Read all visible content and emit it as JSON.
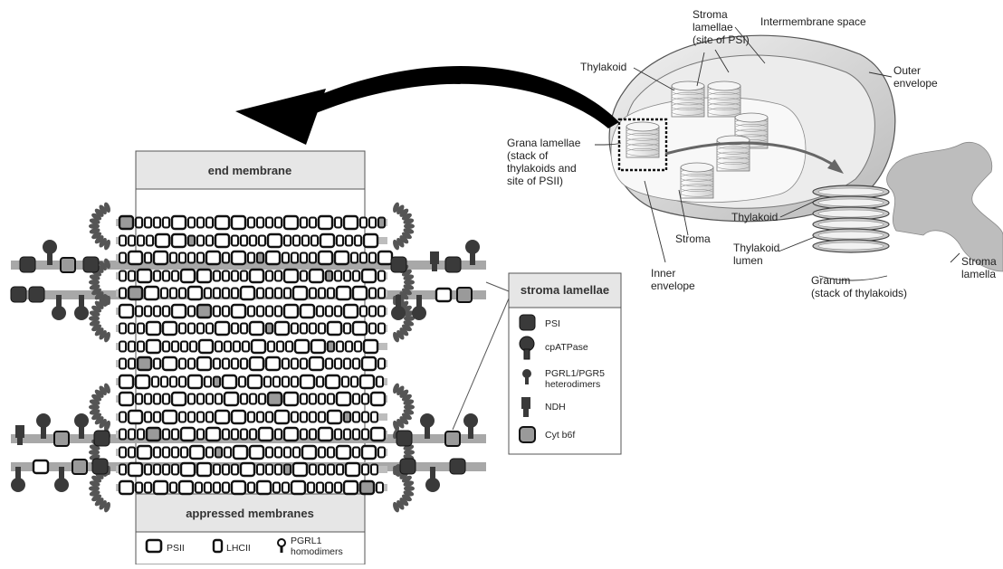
{
  "chloroplast_labels": {
    "stroma_lamellae_site": [
      "Stroma",
      "lamellae",
      "(site of PSI)"
    ],
    "intermembrane_space": "Intermembrane space",
    "thylakoid_top": "Thylakoid",
    "outer_envelope": [
      "Outer",
      "envelope"
    ],
    "grana_lamellae": [
      "Grana lamellae",
      "(stack of",
      "thylakoids and",
      "site of PSII)"
    ],
    "thylakoid_right": "Thylakoid",
    "stroma_center": "Stroma",
    "thylakoid_lumen": [
      "Thylakoid",
      "lumen"
    ],
    "inner_envelope": [
      "Inner",
      "envelope"
    ],
    "granum": [
      "Granum",
      "(stack of thylakoids)"
    ],
    "stroma_lamellae_right": [
      "Stroma",
      "lamella"
    ]
  },
  "membrane_diagram": {
    "end_membrane_label": "end membrane",
    "appressed_label": "appressed membranes",
    "bottom_legend": [
      {
        "icon": "psii",
        "label": "PSII"
      },
      {
        "icon": "lhcii",
        "label": "LHCII"
      },
      {
        "icon": "pgrl1-homodimer",
        "label": [
          "PGRL1",
          "homodimers"
        ]
      }
    ]
  },
  "stroma_legend": {
    "title": "stroma lamellae",
    "items": [
      {
        "icon": "psi",
        "label": "PSI"
      },
      {
        "icon": "cpatpase",
        "label": "cpATPase"
      },
      {
        "icon": "pgrl1-pgr5",
        "label": [
          "PGRL1/PGR5",
          "heterodimers"
        ]
      },
      {
        "icon": "ndh",
        "label": "NDH"
      },
      {
        "icon": "cytb6f",
        "label": "Cyt b6f"
      }
    ]
  },
  "colors": {
    "membrane": "#a8a8a8",
    "psi": "#3a3a3a",
    "cyt": "#9a9a9a",
    "panel": "#e6e6e6",
    "outline": "#1e1e1e"
  }
}
